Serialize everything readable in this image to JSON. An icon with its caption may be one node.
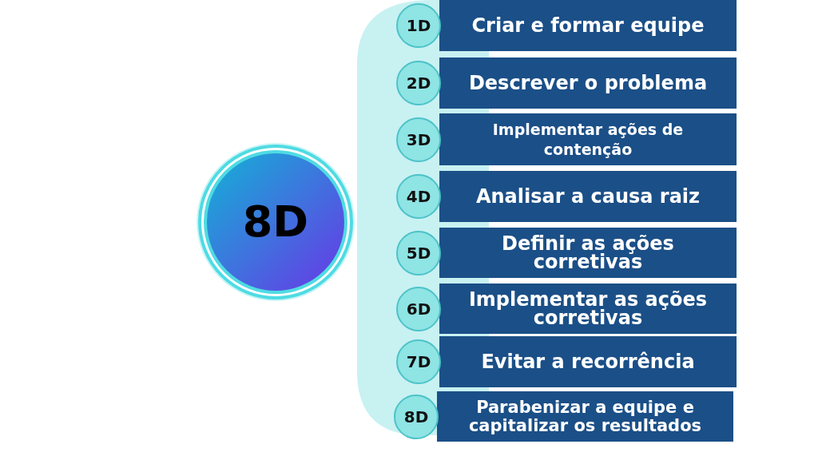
{
  "diagram": {
    "nodes": [
      {
        "text": [
          "8D"
        ]
      },
      {
        "text": [
          "1D"
        ]
      },
      {
        "text": [
          "Criar e formar equipe"
        ]
      },
      {
        "text": [
          "2D"
        ]
      },
      {
        "text": [
          "Descrever o problema"
        ]
      },
      {
        "text": [
          "3D"
        ]
      },
      {
        "text": [
          "Implementar ações de contenção"
        ]
      },
      {
        "text": [
          "4D"
        ]
      },
      {
        "text": [
          "Analisar a causa raiz"
        ]
      },
      {
        "text": [
          "5D"
        ]
      },
      {
        "text": [
          "Definir as ações corretivas"
        ]
      },
      {
        "text": [
          "6D"
        ]
      },
      {
        "text": [
          "Implementar as ações corretivas"
        ]
      },
      {
        "text": [
          "7D"
        ]
      },
      {
        "text": [
          "Evitar a recorrência"
        ]
      },
      {
        "text": [
          "8D"
        ]
      },
      {
        "text": [
          "Parabenizar a equipe e capitalizar os resultados"
        ]
      }
    ]
  }
}
